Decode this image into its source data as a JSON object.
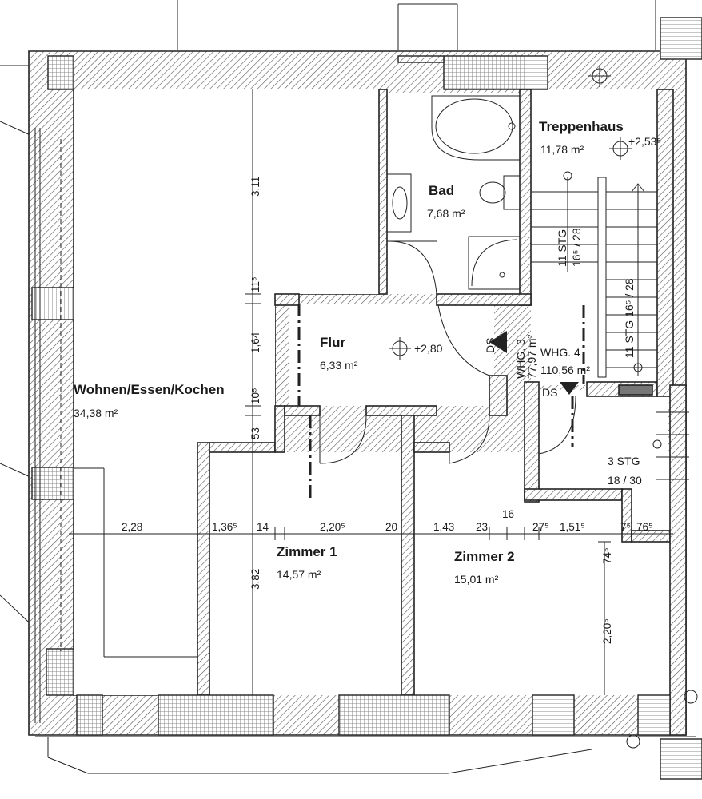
{
  "rooms": {
    "wohnen": {
      "name": "Wohnen/Essen/Kochen",
      "area": "34,38 m²"
    },
    "bad": {
      "name": "Bad",
      "area": "7,68 m²"
    },
    "treppenhaus": {
      "name": "Treppenhaus",
      "area": "11,78 m²",
      "level": "+2,53⁵"
    },
    "flur": {
      "name": "Flur",
      "area": "6,33 m²",
      "level": "+2,80"
    },
    "zimmer1": {
      "name": "Zimmer 1",
      "area": "14,57 m²"
    },
    "zimmer2": {
      "name": "Zimmer 2",
      "area": "15,01 m²"
    }
  },
  "units": {
    "whg3": {
      "label": "WHG. 3",
      "area": "77,97 m²"
    },
    "whg4": {
      "label": "WHG. 4",
      "area": "110,56 m²"
    },
    "ds_upper": "DS",
    "ds_lower": "DS"
  },
  "stairs": {
    "flight_a": "11 STG",
    "flight_a_ratio": "16⁵ / 28",
    "flight_b": "11 STG 16⁵ / 28",
    "flight_c": "3 STG",
    "flight_c_ratio": "18 / 30"
  },
  "dimensions": {
    "v_311": "3,11",
    "v_115": "11⁵",
    "v_164": "1,64",
    "v_105": "10⁵",
    "v_53": "53",
    "v_382": "3,82",
    "v_745": "74⁵",
    "v_2205": "2,20⁵",
    "h_228": "2,28",
    "h_1365": "1,36⁵",
    "h_14": "14",
    "h_2205": "2,20⁵",
    "h_20": "20",
    "h_143": "1,43",
    "h_23": "23",
    "h_16": "16",
    "h_275": "27⁵",
    "h_1515": "1,51⁵",
    "h_75": "7⁵",
    "h_765": "76⁵"
  }
}
